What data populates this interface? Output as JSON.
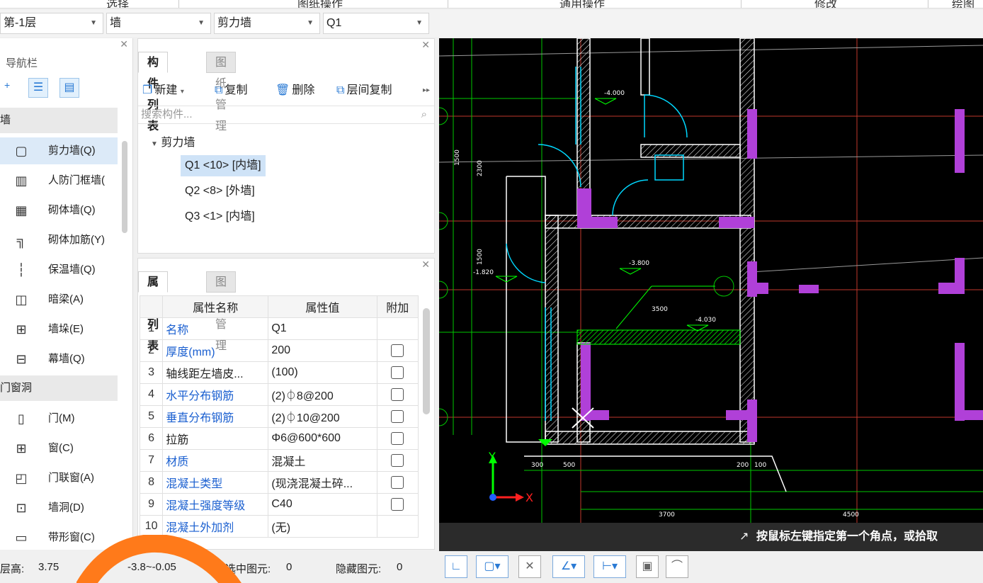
{
  "ribbon_cut": [
    "选择",
    "图纸操作",
    "通用操作",
    "修改",
    "绘图"
  ],
  "selectors": {
    "floor": "第-1层",
    "category": "墙",
    "type": "剪力墙",
    "component": "Q1"
  },
  "nav": {
    "title": "导航栏",
    "group_wall": "墙",
    "items_wall": [
      {
        "label": "剪力墙(Q)",
        "icon": "shear-wall-icon"
      },
      {
        "label": "人防门框墙(",
        "icon": "civil-defense-wall-icon"
      },
      {
        "label": "砌体墙(Q)",
        "icon": "masonry-wall-icon"
      },
      {
        "label": "砌体加筋(Y)",
        "icon": "masonry-rebar-icon"
      },
      {
        "label": "保温墙(Q)",
        "icon": "insulation-wall-icon"
      },
      {
        "label": "暗梁(A)",
        "icon": "hidden-beam-icon"
      },
      {
        "label": "墙垛(E)",
        "icon": "wall-pier-icon"
      },
      {
        "label": "幕墙(Q)",
        "icon": "curtain-wall-icon"
      }
    ],
    "group_door": "门窗洞",
    "items_door": [
      {
        "label": "门(M)",
        "icon": "door-icon"
      },
      {
        "label": "窗(C)",
        "icon": "window-icon"
      },
      {
        "label": "门联窗(A)",
        "icon": "door-window-icon"
      },
      {
        "label": "墙洞(D)",
        "icon": "wall-hole-icon"
      },
      {
        "label": "带形窗(C)",
        "icon": "strip-window-icon"
      }
    ]
  },
  "component_panel": {
    "tab_active": "构件列表",
    "tab_inactive": "图纸管理",
    "toolbar": {
      "new": "新建",
      "copy": "复制",
      "delete": "删除",
      "floor_copy": "层间复制"
    },
    "search_placeholder": "搜索构件...",
    "tree_root": "剪力墙",
    "tree_items": [
      "Q1 <10> [内墙]",
      "Q2 <8> [外墙]",
      "Q3 <1> [内墙]"
    ]
  },
  "property_panel": {
    "tab_active": "属性列表",
    "tab_inactive": "图层管理",
    "headers": [
      "属性名称",
      "属性值",
      "附加"
    ],
    "rows": [
      {
        "n": "1",
        "name": "名称",
        "value": "Q1",
        "blue": true,
        "check": false
      },
      {
        "n": "2",
        "name": "厚度(mm)",
        "value": "200",
        "blue": true,
        "check": true
      },
      {
        "n": "3",
        "name": "轴线距左墙皮...",
        "value": "(100)",
        "blue": false,
        "check": true
      },
      {
        "n": "4",
        "name": "水平分布钢筋",
        "value": "(2)⏀8@200",
        "blue": true,
        "check": true
      },
      {
        "n": "5",
        "name": "垂直分布钢筋",
        "value": "(2)⏀10@200",
        "blue": true,
        "check": true
      },
      {
        "n": "6",
        "name": "拉筋",
        "value": "Φ6@600*600",
        "blue": false,
        "check": true
      },
      {
        "n": "7",
        "name": "材质",
        "value": "混凝土",
        "blue": true,
        "check": true
      },
      {
        "n": "8",
        "name": "混凝土类型",
        "value": "(现浇混凝土碎...",
        "blue": true,
        "check": true
      },
      {
        "n": "9",
        "name": "混凝土强度等级",
        "value": "C40",
        "blue": true,
        "check": true
      },
      {
        "n": "10",
        "name": "混凝土外加剂",
        "value": "(无)",
        "blue": true,
        "check": false
      }
    ]
  },
  "cad": {
    "prompt": "按鼠标左键指定第一个角点，或拾取",
    "dims": [
      "1500",
      "2300",
      "1500",
      "3500",
      "3700",
      "4500",
      "300",
      "500",
      "200",
      "100"
    ],
    "levels": [
      "-4.000",
      "-3.800",
      "-4.030",
      "-1.820"
    ],
    "axis_x": "X",
    "axis_y": "Y"
  },
  "status": {
    "floor_height_label": "层高:",
    "floor_height": "3.75",
    "elevation_range": "-3.8~-0.05",
    "selected_label": "选中图元:",
    "selected": "0",
    "hidden_label": "隐藏图元:",
    "hidden": "0"
  }
}
